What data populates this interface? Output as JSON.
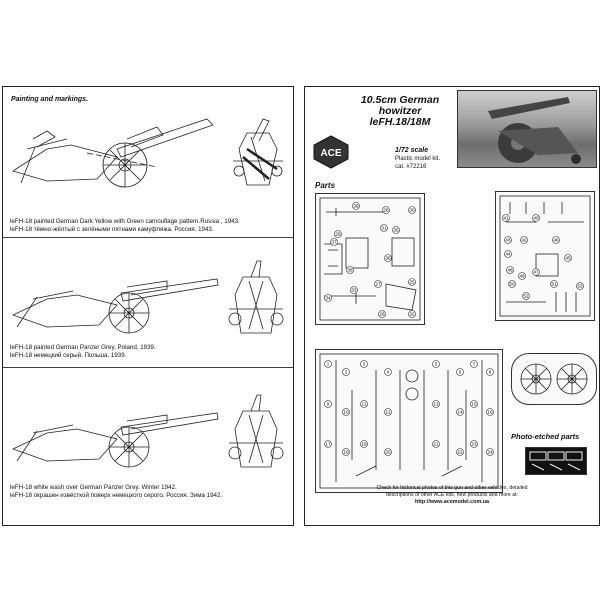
{
  "left_panel": {
    "heading": "Painting and markings.",
    "schemes": [
      {
        "caption_en": "leFH-18 painted German Dark Yellow with Green camouflage pattern.Russia , 1943.",
        "caption_ru": "leFH-18 тёмно-жёлтый с зелёными пятнами камуфляжа. Россия. 1943."
      },
      {
        "caption_en": "leFH-18 painted German Panzer Grey, Poland, 1939.",
        "caption_ru": "leFH-18 немецкий серый. Польша, 1939."
      },
      {
        "caption_en": "leFH-18 white wash over German Panzer Grey. Winter 1942.",
        "caption_ru": "leFH-18 окрашен извёсткой поверх немецкого серого. Россия. Зима 1942."
      }
    ]
  },
  "right_panel": {
    "logo_text": "ACE",
    "title_line1": "10.5cm German",
    "title_line2": "howitzer",
    "title_line3": "leFH.18/18M",
    "scale": "1/72 scale",
    "kit_type": "Plastic model kit.",
    "catalog": "cat. #72216",
    "parts_heading": "Parts",
    "photo_etched_heading": "Photo-etched parts",
    "footer_line1": "Check for historical photos of this gun and  other vehicles, detailed",
    "footer_line2": "descriptions of other ACE kits, new products and more at:",
    "footer_url": "http://www.acemodel.com.ua"
  },
  "sprue_numbers": {
    "sprue_a": [
      "39",
      "29",
      "31",
      "33",
      "37",
      "28",
      "30",
      "36",
      "38",
      "35",
      "34",
      "25",
      "27",
      "26",
      "32"
    ],
    "sprue_b": [
      "41",
      "40",
      "43",
      "42",
      "46",
      "44",
      "47",
      "48",
      "49",
      "45",
      "50",
      "51",
      "52",
      "53"
    ],
    "sprue_c": [
      "1",
      "2",
      "3",
      "4",
      "5",
      "6",
      "7",
      "8",
      "9",
      "10",
      "11",
      "12",
      "13",
      "14",
      "15",
      "16",
      "17",
      "18",
      "19",
      "20",
      "21",
      "22",
      "23",
      "24"
    ]
  },
  "colors": {
    "line": "#222222",
    "background": "#ffffff"
  }
}
